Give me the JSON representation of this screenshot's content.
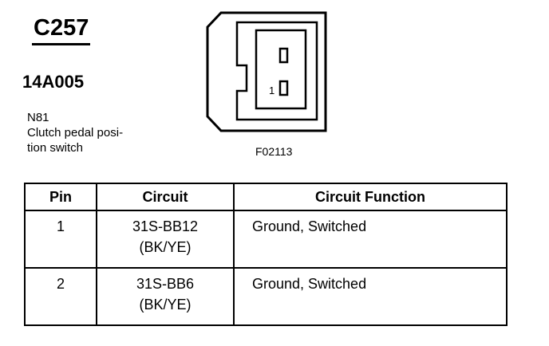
{
  "connector": {
    "id": "C257",
    "part_number": "14A005",
    "description_lines": [
      "N81",
      "Clutch pedal posi-",
      "tion switch"
    ],
    "figure_label": "F02113",
    "pin_number_label": "1"
  },
  "table": {
    "headers": [
      "Pin",
      "Circuit",
      "Circuit Function"
    ],
    "rows": [
      {
        "pin": "1",
        "circuit": "31S-BB12",
        "color": "(BK/YE)",
        "function": "Ground, Switched"
      },
      {
        "pin": "2",
        "circuit": "31S-BB6",
        "color": "(BK/YE)",
        "function": "Ground, Switched"
      }
    ]
  }
}
